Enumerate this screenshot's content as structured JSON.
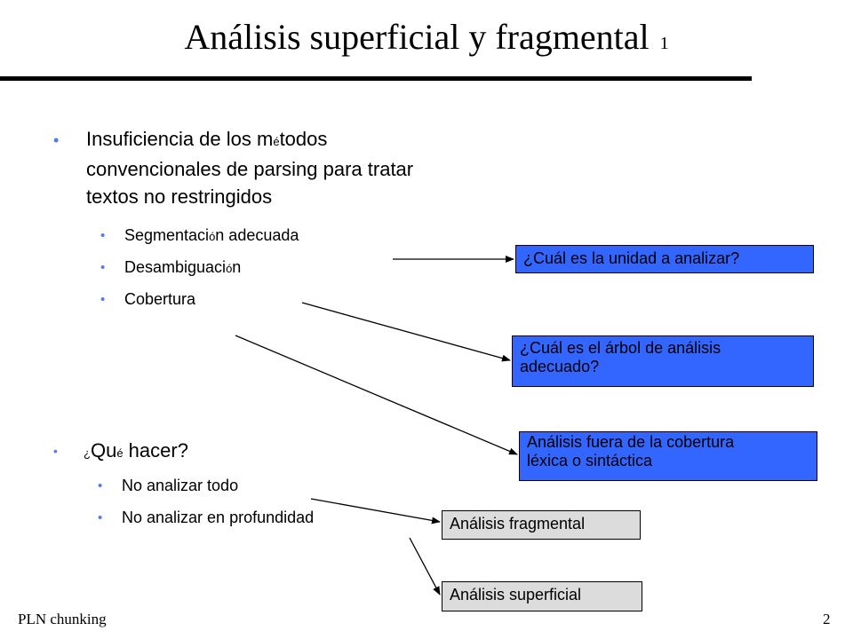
{
  "title": {
    "main": "Análisis superficial y fragmental",
    "number": "1"
  },
  "bullets": {
    "main1": {
      "line1_a": "Insuficiencia de los m",
      "line1_acc": "é",
      "line1_b": "todos",
      "line2": "convencionales de parsing para tratar",
      "line3": "textos no restringidos"
    },
    "sub1": [
      {
        "a": "Segmentaci",
        "acc": "ó",
        "b": "n adecuada"
      },
      {
        "a": "Desambiguaci",
        "acc": "ó",
        "b": "n"
      },
      {
        "a": "Cobertura",
        "acc": "",
        "b": ""
      }
    ],
    "main2": {
      "pre_acc": "¿",
      "a": "Qu",
      "acc": "é",
      "b": " hacer?"
    },
    "sub2": [
      "No analizar todo",
      "No analizar en profundidad"
    ]
  },
  "boxes": {
    "unit": "¿Cuál es la unidad a analizar?",
    "tree_line1": "¿Cuál es el árbol de análisis",
    "tree_line2": "adecuado?",
    "coverage_line1": "Análisis fuera de la cobertura",
    "coverage_line2": "léxica o sintáctica",
    "fragmental": "Análisis fragmental",
    "superficial": "Análisis superficial"
  },
  "footer": {
    "left": "PLN  chunking",
    "page": "2"
  },
  "colors": {
    "box_blue": "#3366ff",
    "box_gray": "#dcdcdc",
    "bullet": "#4d79ff"
  }
}
